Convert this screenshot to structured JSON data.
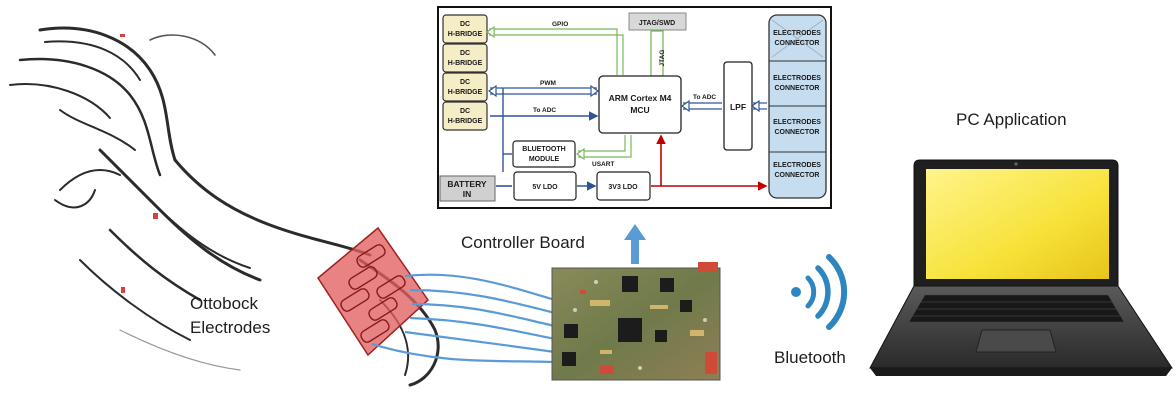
{
  "labels": {
    "pc_application": "PC Application",
    "controller_board": "Controller Board",
    "bluetooth": "Bluetooth",
    "electrodes_line1": "Ottobock",
    "electrodes_line2": "Electrodes"
  },
  "block_diagram": {
    "h_bridges": [
      {
        "line1": "DC",
        "line2": "H-BRIDGE"
      },
      {
        "line1": "DC",
        "line2": "H-BRIDGE"
      },
      {
        "line1": "DC",
        "line2": "H-BRIDGE"
      },
      {
        "line1": "DC",
        "line2": "H-BRIDGE"
      }
    ],
    "jtag_box": "JTAG/SWD",
    "jtag_link": "JTAG",
    "mcu_line1": "ARM Cortex M4",
    "mcu_line2": "MCU",
    "lpf": "LPF",
    "bluetooth_module_line1": "BLUETOOTH",
    "bluetooth_module_line2": "MODULE",
    "battery_line1": "BATTERY",
    "battery_line2": "IN",
    "ldo_5v": "5V LDO",
    "ldo_3v3": "3V3 LDO",
    "signals": {
      "gpio": "GPIO",
      "pwm": "PWM",
      "to_adc_left": "To ADC",
      "to_adc_right": "To ADC",
      "usart": "USART"
    },
    "electrode_connectors": [
      {
        "line1": "ELECTRODES",
        "line2": "CONNECTOR"
      },
      {
        "line1": "ELECTRODES",
        "line2": "CONNECTOR"
      },
      {
        "line1": "ELECTRODES",
        "line2": "CONNECTOR"
      },
      {
        "line1": "ELECTRODES",
        "line2": "CONNECTOR"
      }
    ]
  },
  "colors": {
    "h_bridge_fill": "#f4edc6",
    "connector_fill": "#c6dcef",
    "green_bus": "#79b95a",
    "blue_bus": "#2f5597",
    "power_line": "#c00000",
    "electrode_pad": "#e06060",
    "upload_arrow": "#5b9bd5",
    "bluetooth_icon": "#2e86c1",
    "laptop_screen": "#f7e23a"
  }
}
